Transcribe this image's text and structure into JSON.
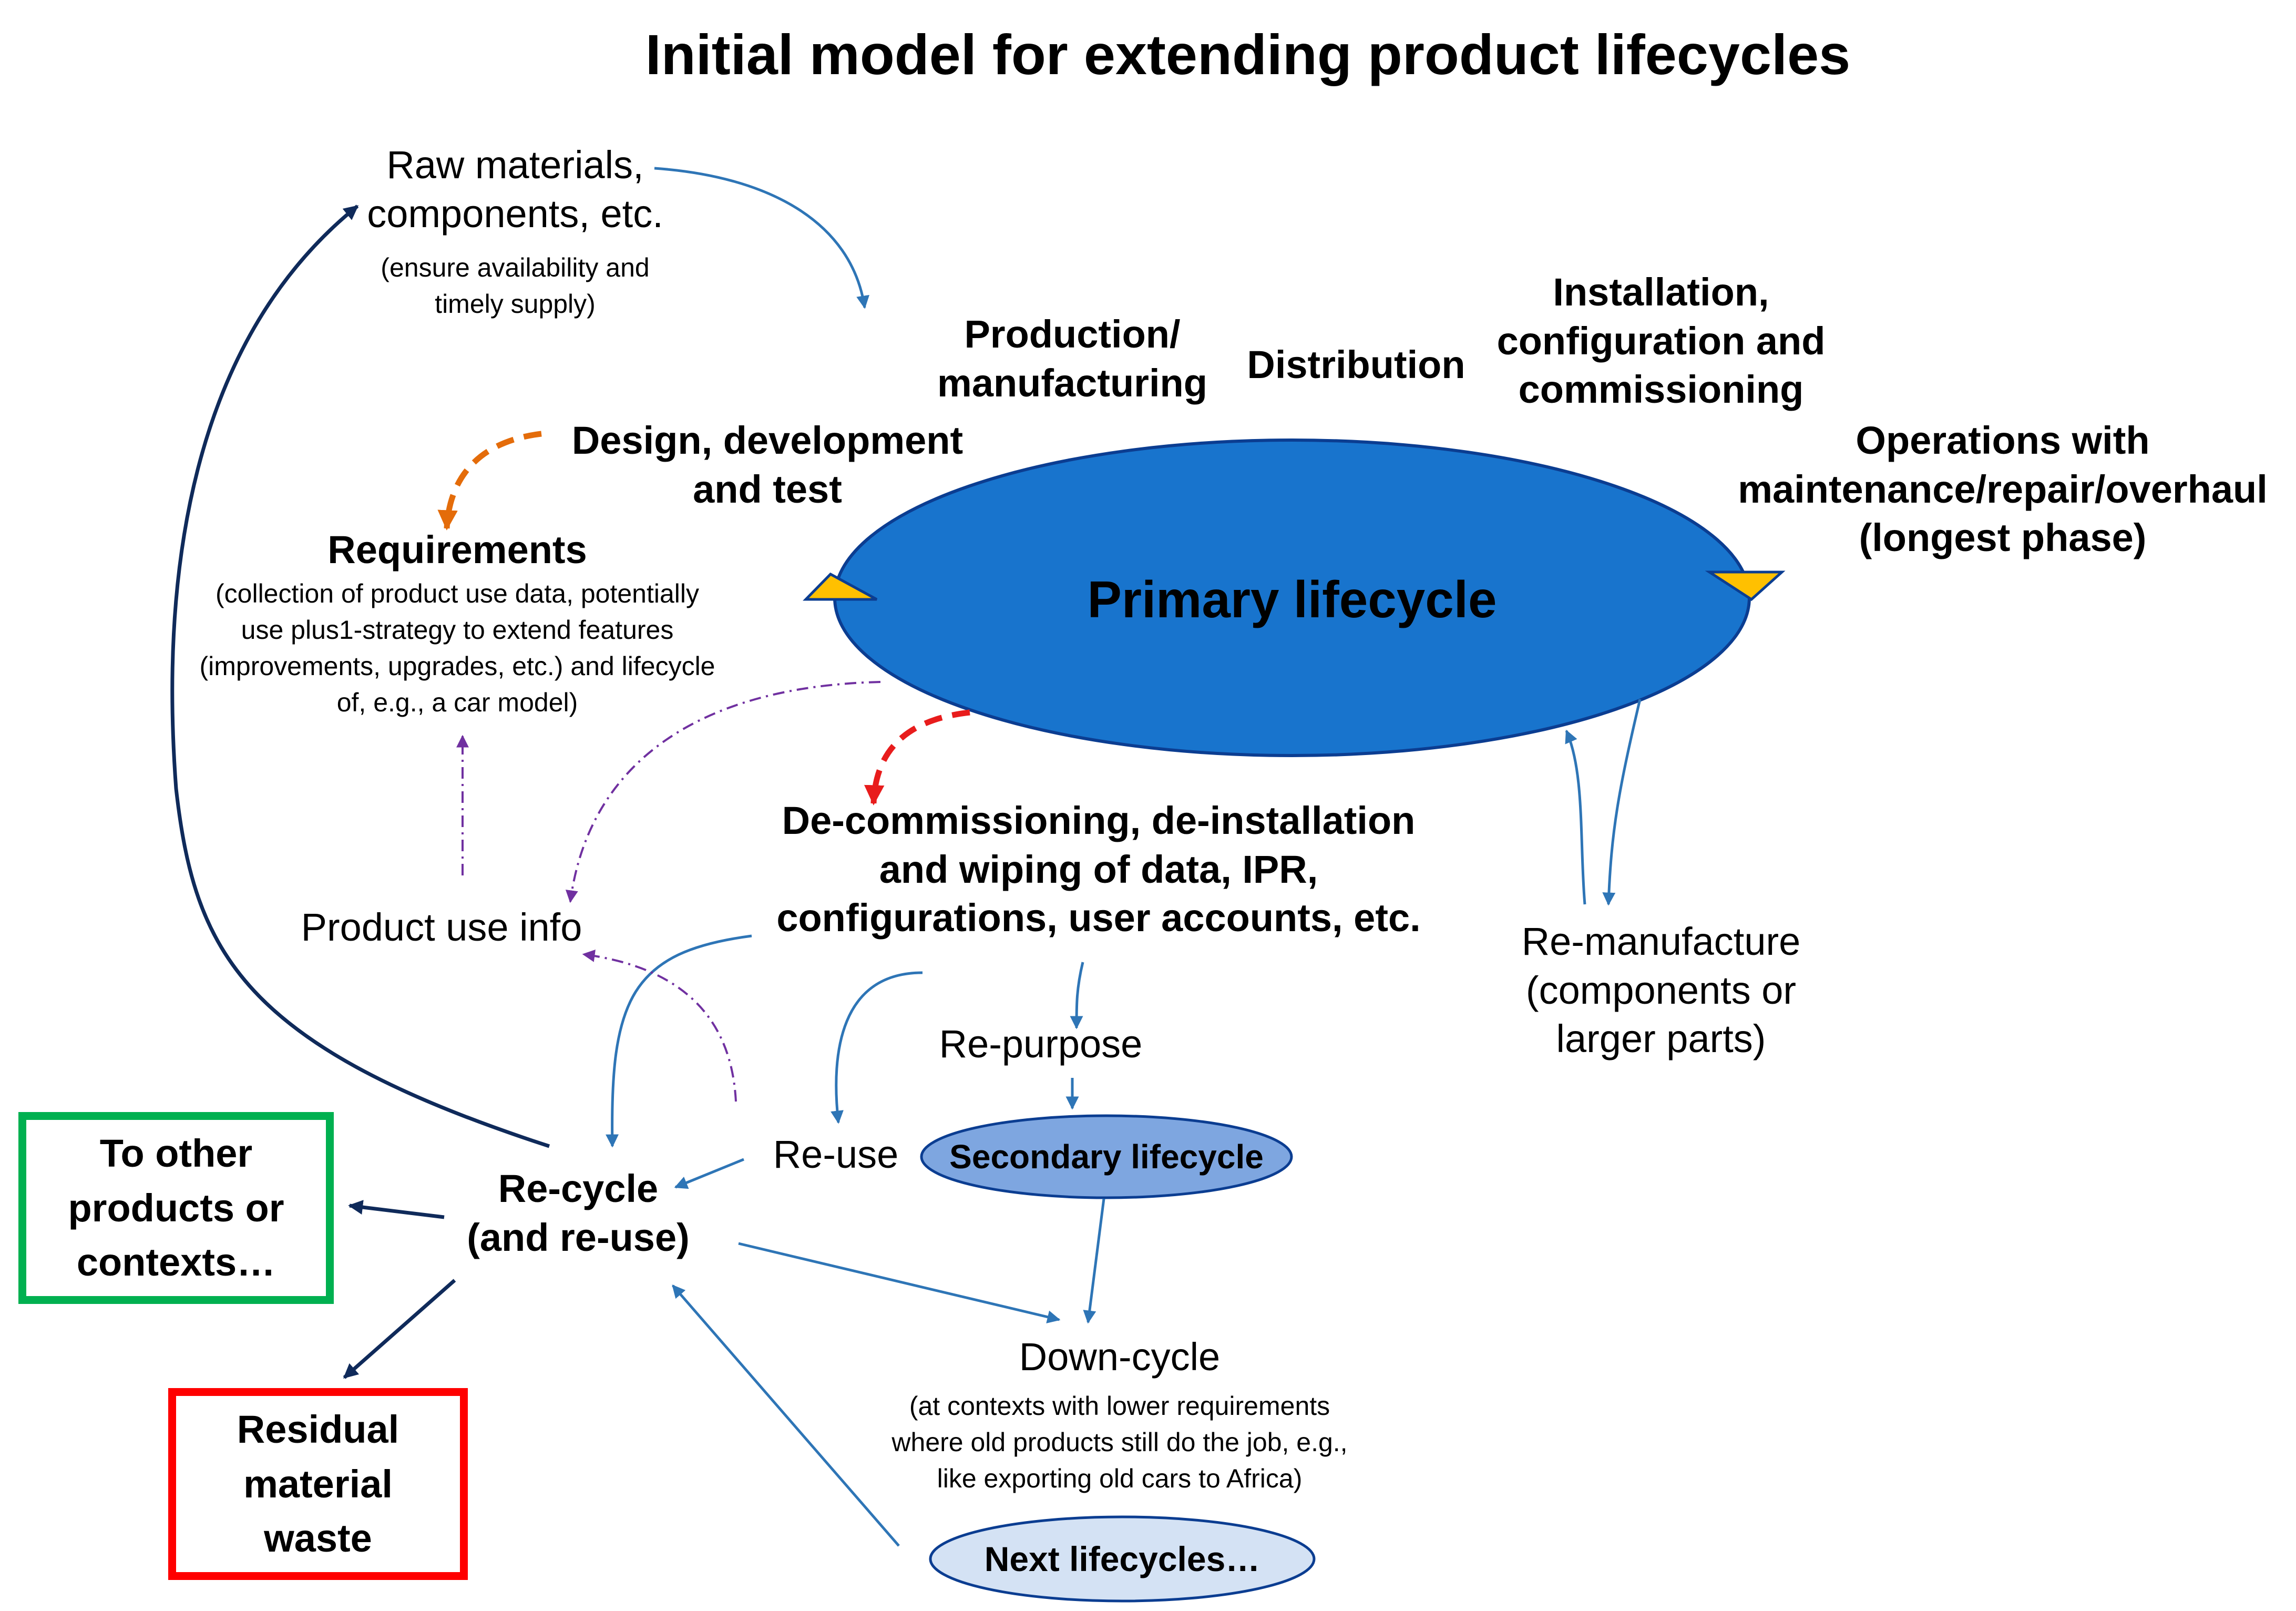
{
  "title": "Initial model for extending product lifecycles",
  "nodes": {
    "raw_materials": {
      "label": "Raw materials,\ncomponents, etc.",
      "note": "(ensure availability and\ntimely supply)"
    },
    "production": {
      "label": "Production/\nmanufacturing"
    },
    "distribution": {
      "label": "Distribution"
    },
    "installation": {
      "label": "Installation,\nconfiguration and\ncommissioning"
    },
    "design": {
      "label": "Design, development\nand test"
    },
    "operations": {
      "label": "Operations with\nmaintenance/repair/overhaul\n(longest phase)"
    },
    "requirements": {
      "label": "Requirements",
      "note": "(collection of product use data, potentially\nuse plus1-strategy to extend features\n(improvements, upgrades, etc.) and lifecycle\nof, e.g., a car model)"
    },
    "primary_lifecycle": {
      "label": "Primary lifecycle"
    },
    "decommissioning": {
      "label": "De-commissioning, de-installation\nand wiping of data, IPR,\nconfigurations, user accounts, etc."
    },
    "product_use_info": {
      "label": "Product use info"
    },
    "remanufacture": {
      "label": "Re-manufacture\n(components or\nlarger parts)"
    },
    "repurpose": {
      "label": "Re-purpose"
    },
    "reuse": {
      "label": "Re-use"
    },
    "secondary_lifecycle": {
      "label": "Secondary lifecycle"
    },
    "recycle": {
      "label": "Re-cycle\n(and re-use)"
    },
    "to_other": {
      "label": "To other\nproducts or\ncontexts…"
    },
    "residual": {
      "label": "Residual\nmaterial\nwaste"
    },
    "downcycle": {
      "label": "Down-cycle",
      "note": "(at contexts with lower requirements\nwhere old products still do the job, e.g.,\nlike exporting old cars to Africa)"
    },
    "next_lifecycles": {
      "label": "Next lifecycles…"
    }
  },
  "colors": {
    "primary_fill": "#1874cd",
    "primary_stroke": "#0b3d91",
    "secondary_fill": "#7ea6e0",
    "next_fill": "#d4e2f4",
    "marker_fill": "#ffc000",
    "arrow_blue": "#2e75b6",
    "arrow_navy": "#0f2a5a",
    "arrow_orange": "#e46c0a",
    "arrow_red": "#e81c1c",
    "arrow_purple": "#7030a0",
    "box_green": "#00b050",
    "box_red": "#ff0000"
  }
}
